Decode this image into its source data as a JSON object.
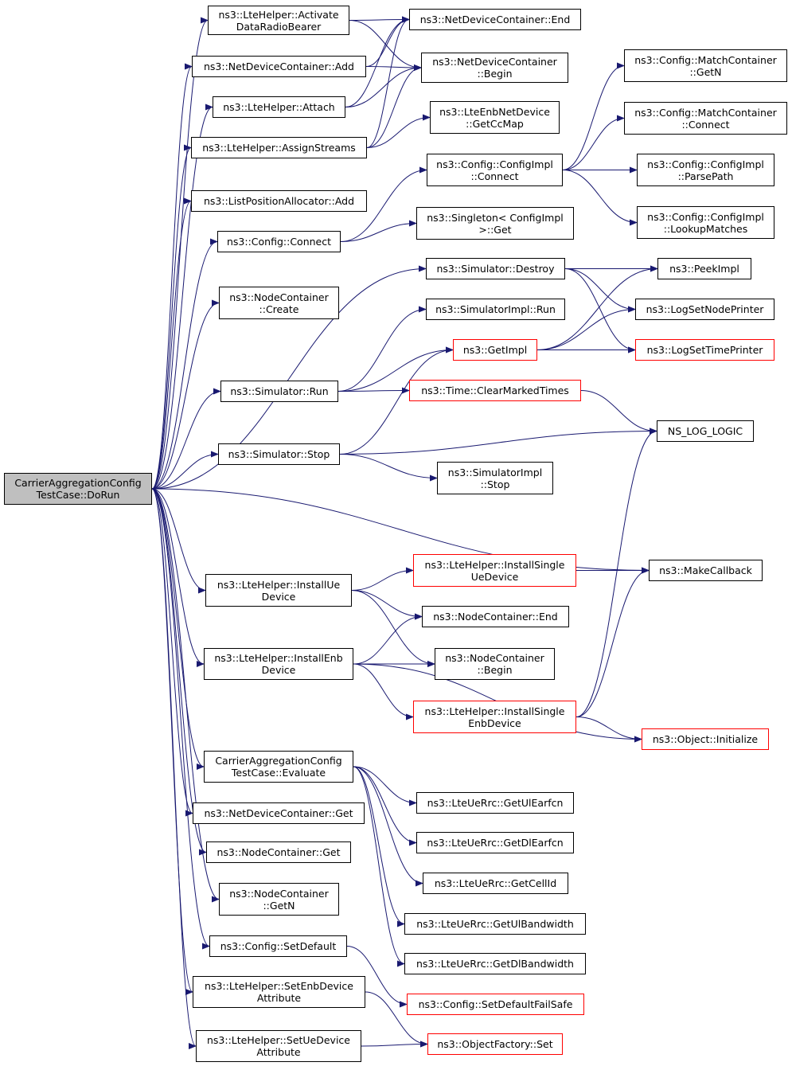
{
  "colors": {
    "edge": "#191970",
    "node_border": "#000000",
    "incomplete_border": "#ff0000",
    "root_fill": "#bfbfbf"
  },
  "nodes": [
    {
      "id": "root",
      "lines": [
        "CarrierAggregationConfig",
        "TestCase::DoRun"
      ],
      "kind": "root"
    },
    {
      "id": "activate",
      "lines": [
        "ns3::LteHelper::Activate",
        "DataRadioBearer"
      ]
    },
    {
      "id": "ndc_add",
      "lines": [
        "ns3::NetDeviceContainer::Add"
      ]
    },
    {
      "id": "attach",
      "lines": [
        "ns3::LteHelper::Attach"
      ]
    },
    {
      "id": "assign",
      "lines": [
        "ns3::LteHelper::AssignStreams"
      ]
    },
    {
      "id": "lpa_add",
      "lines": [
        "ns3::ListPositionAllocator::Add"
      ]
    },
    {
      "id": "cfg_connect",
      "lines": [
        "ns3::Config::Connect"
      ]
    },
    {
      "id": "nc_create",
      "lines": [
        "ns3::NodeContainer",
        "::Create"
      ]
    },
    {
      "id": "sim_run",
      "lines": [
        "ns3::Simulator::Run"
      ]
    },
    {
      "id": "sim_stop",
      "lines": [
        "ns3::Simulator::Stop"
      ]
    },
    {
      "id": "install_ue",
      "lines": [
        "ns3::LteHelper::InstallUe",
        "Device"
      ]
    },
    {
      "id": "install_enb",
      "lines": [
        "ns3::LteHelper::InstallEnb",
        "Device"
      ]
    },
    {
      "id": "evaluate",
      "lines": [
        "CarrierAggregationConfig",
        "TestCase::Evaluate"
      ]
    },
    {
      "id": "ndc_get",
      "lines": [
        "ns3::NetDeviceContainer::Get"
      ]
    },
    {
      "id": "nc_get",
      "lines": [
        "ns3::NodeContainer::Get"
      ]
    },
    {
      "id": "nc_getn",
      "lines": [
        "ns3::NodeContainer",
        "::GetN"
      ]
    },
    {
      "id": "cfg_setdefault",
      "lines": [
        "ns3::Config::SetDefault"
      ]
    },
    {
      "id": "set_enb_attr",
      "lines": [
        "ns3::LteHelper::SetEnbDevice",
        "Attribute"
      ]
    },
    {
      "id": "set_ue_attr",
      "lines": [
        "ns3::LteHelper::SetUeDevice",
        "Attribute"
      ]
    },
    {
      "id": "ndc_end",
      "lines": [
        "ns3::NetDeviceContainer::End"
      ]
    },
    {
      "id": "ndc_begin",
      "lines": [
        "ns3::NetDeviceContainer",
        "::Begin"
      ]
    },
    {
      "id": "enb_ccmap",
      "lines": [
        "ns3::LteEnbNetDevice",
        "::GetCcMap"
      ]
    },
    {
      "id": "cfgimpl_connect",
      "lines": [
        "ns3::Config::ConfigImpl",
        "::Connect"
      ]
    },
    {
      "id": "singleton_get",
      "lines": [
        "ns3::Singleton< ConfigImpl",
        ">::Get"
      ]
    },
    {
      "id": "sim_destroy",
      "lines": [
        "ns3::Simulator::Destroy"
      ]
    },
    {
      "id": "simimpl_run",
      "lines": [
        "ns3::SimulatorImpl::Run"
      ]
    },
    {
      "id": "getimpl",
      "lines": [
        "ns3::GetImpl"
      ],
      "kind": "red"
    },
    {
      "id": "clear_times",
      "lines": [
        "ns3::Time::ClearMarkedTimes"
      ],
      "kind": "red"
    },
    {
      "id": "simimpl_stop",
      "lines": [
        "ns3::SimulatorImpl",
        "::Stop"
      ]
    },
    {
      "id": "install_single_ue",
      "lines": [
        "ns3::LteHelper::InstallSingle",
        "UeDevice"
      ],
      "kind": "red"
    },
    {
      "id": "nc_end",
      "lines": [
        "ns3::NodeContainer::End"
      ]
    },
    {
      "id": "nc_begin",
      "lines": [
        "ns3::NodeContainer",
        "::Begin"
      ]
    },
    {
      "id": "install_single_enb",
      "lines": [
        "ns3::LteHelper::InstallSingle",
        "EnbDevice"
      ],
      "kind": "red"
    },
    {
      "id": "get_ul_earfcn",
      "lines": [
        "ns3::LteUeRrc::GetUlEarfcn"
      ]
    },
    {
      "id": "get_dl_earfcn",
      "lines": [
        "ns3::LteUeRrc::GetDlEarfcn"
      ]
    },
    {
      "id": "get_cellid",
      "lines": [
        "ns3::LteUeRrc::GetCellId"
      ]
    },
    {
      "id": "get_ul_bw",
      "lines": [
        "ns3::LteUeRrc::GetUlBandwidth"
      ]
    },
    {
      "id": "get_dl_bw",
      "lines": [
        "ns3::LteUeRrc::GetDlBandwidth"
      ]
    },
    {
      "id": "set_default_fs",
      "lines": [
        "ns3::Config::SetDefaultFailSafe"
      ],
      "kind": "red"
    },
    {
      "id": "objfactory_set",
      "lines": [
        "ns3::ObjectFactory::Set"
      ],
      "kind": "red"
    },
    {
      "id": "mc_getn",
      "lines": [
        "ns3::Config::MatchContainer",
        "::GetN"
      ]
    },
    {
      "id": "mc_connect",
      "lines": [
        "ns3::Config::MatchContainer",
        "::Connect"
      ]
    },
    {
      "id": "parse_path",
      "lines": [
        "ns3::Config::ConfigImpl",
        "::ParsePath"
      ]
    },
    {
      "id": "lookup_matches",
      "lines": [
        "ns3::Config::ConfigImpl",
        "::LookupMatches"
      ]
    },
    {
      "id": "peekimpl",
      "lines": [
        "ns3::PeekImpl"
      ]
    },
    {
      "id": "log_node_printer",
      "lines": [
        "ns3::LogSetNodePrinter"
      ]
    },
    {
      "id": "log_time_printer",
      "lines": [
        "ns3::LogSetTimePrinter"
      ],
      "kind": "red"
    },
    {
      "id": "ns_log_logic",
      "lines": [
        "NS_LOG_LOGIC"
      ]
    },
    {
      "id": "make_callback",
      "lines": [
        "ns3::MakeCallback"
      ]
    },
    {
      "id": "obj_initialize",
      "lines": [
        "ns3::Object::Initialize"
      ],
      "kind": "red"
    }
  ],
  "edges": [
    [
      "root",
      "activate"
    ],
    [
      "root",
      "ndc_add"
    ],
    [
      "root",
      "attach"
    ],
    [
      "root",
      "assign"
    ],
    [
      "root",
      "lpa_add"
    ],
    [
      "root",
      "cfg_connect"
    ],
    [
      "root",
      "nc_create"
    ],
    [
      "root",
      "sim_destroy"
    ],
    [
      "root",
      "sim_run"
    ],
    [
      "root",
      "sim_stop"
    ],
    [
      "root",
      "make_callback"
    ],
    [
      "root",
      "install_ue"
    ],
    [
      "root",
      "install_enb"
    ],
    [
      "root",
      "evaluate"
    ],
    [
      "root",
      "ndc_get"
    ],
    [
      "root",
      "nc_get"
    ],
    [
      "root",
      "nc_getn"
    ],
    [
      "root",
      "cfg_setdefault"
    ],
    [
      "root",
      "set_enb_attr"
    ],
    [
      "root",
      "set_ue_attr"
    ],
    [
      "activate",
      "ndc_end"
    ],
    [
      "activate",
      "ndc_begin"
    ],
    [
      "ndc_add",
      "ndc_end"
    ],
    [
      "ndc_add",
      "ndc_begin"
    ],
    [
      "attach",
      "ndc_end"
    ],
    [
      "attach",
      "ndc_begin"
    ],
    [
      "assign",
      "ndc_end"
    ],
    [
      "assign",
      "ndc_begin"
    ],
    [
      "assign",
      "enb_ccmap"
    ],
    [
      "cfg_connect",
      "cfgimpl_connect"
    ],
    [
      "cfg_connect",
      "singleton_get"
    ],
    [
      "cfgimpl_connect",
      "mc_getn"
    ],
    [
      "cfgimpl_connect",
      "mc_connect"
    ],
    [
      "cfgimpl_connect",
      "parse_path"
    ],
    [
      "cfgimpl_connect",
      "lookup_matches"
    ],
    [
      "sim_destroy",
      "peekimpl"
    ],
    [
      "sim_destroy",
      "log_node_printer"
    ],
    [
      "sim_destroy",
      "log_time_printer"
    ],
    [
      "sim_run",
      "simimpl_run"
    ],
    [
      "sim_run",
      "getimpl"
    ],
    [
      "sim_run",
      "clear_times"
    ],
    [
      "getimpl",
      "peekimpl"
    ],
    [
      "getimpl",
      "log_node_printer"
    ],
    [
      "getimpl",
      "log_time_printer"
    ],
    [
      "clear_times",
      "ns_log_logic"
    ],
    [
      "sim_stop",
      "getimpl"
    ],
    [
      "sim_stop",
      "ns_log_logic"
    ],
    [
      "sim_stop",
      "simimpl_stop"
    ],
    [
      "install_ue",
      "install_single_ue"
    ],
    [
      "install_ue",
      "nc_end"
    ],
    [
      "install_ue",
      "nc_begin"
    ],
    [
      "install_single_ue",
      "make_callback"
    ],
    [
      "install_enb",
      "nc_end"
    ],
    [
      "install_enb",
      "nc_begin"
    ],
    [
      "install_enb",
      "install_single_enb"
    ],
    [
      "install_enb",
      "obj_initialize"
    ],
    [
      "install_single_enb",
      "ns_log_logic"
    ],
    [
      "install_single_enb",
      "make_callback"
    ],
    [
      "install_single_enb",
      "obj_initialize"
    ],
    [
      "evaluate",
      "get_ul_earfcn"
    ],
    [
      "evaluate",
      "get_dl_earfcn"
    ],
    [
      "evaluate",
      "get_cellid"
    ],
    [
      "evaluate",
      "get_ul_bw"
    ],
    [
      "evaluate",
      "get_dl_bw"
    ],
    [
      "cfg_setdefault",
      "set_default_fs"
    ],
    [
      "set_enb_attr",
      "objfactory_set"
    ],
    [
      "set_ue_attr",
      "objfactory_set"
    ]
  ]
}
